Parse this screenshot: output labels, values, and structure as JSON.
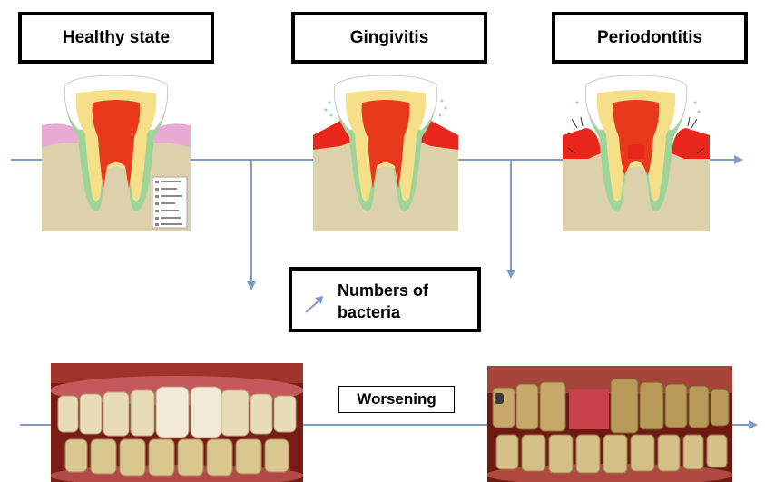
{
  "stages": {
    "healthy": "Healthy state",
    "gingivitis": "Gingivitis",
    "periodontitis": "Periodontitis"
  },
  "bacteria_label_line1": "Numbers of",
  "bacteria_label_line2": "bacteria",
  "worsening_label": "Worsening",
  "colors": {
    "connector": "#7a9cc6",
    "enamel": "#ffffff",
    "dentin": "#f5e089",
    "pulp": "#e8391c",
    "gum_healthy": "#e8a9d2",
    "gum_inflamed": "#e8261a",
    "bone": "#ddd1ab",
    "root_membrane": "#9ed39a"
  },
  "icons": [
    "arrow-up-right-icon"
  ]
}
